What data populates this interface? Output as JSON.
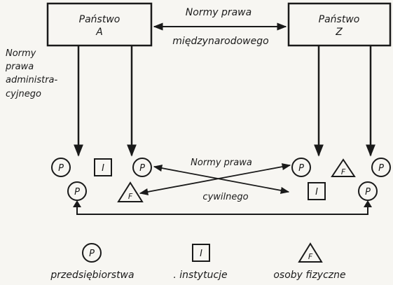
{
  "state_a": {
    "line1": "Państwo",
    "line2": "A"
  },
  "state_z": {
    "line1": "Państwo",
    "line2": "Z"
  },
  "intl_law": {
    "line1": "Normy prawa",
    "line2": "międzynarodowego"
  },
  "admin_law": {
    "line1": "Normy",
    "line2": "prawa",
    "line3": "administra-",
    "line4": "cyjnego"
  },
  "civil_law": {
    "line1": "Normy prawa",
    "line2": "cywilnego"
  },
  "symbols": {
    "enterprise": "P",
    "institution": "I",
    "person": "F"
  },
  "legend": {
    "enterprises": "przedsiębiorstwa",
    "institutions": ". instytucje",
    "persons": "osoby fizyczne"
  }
}
